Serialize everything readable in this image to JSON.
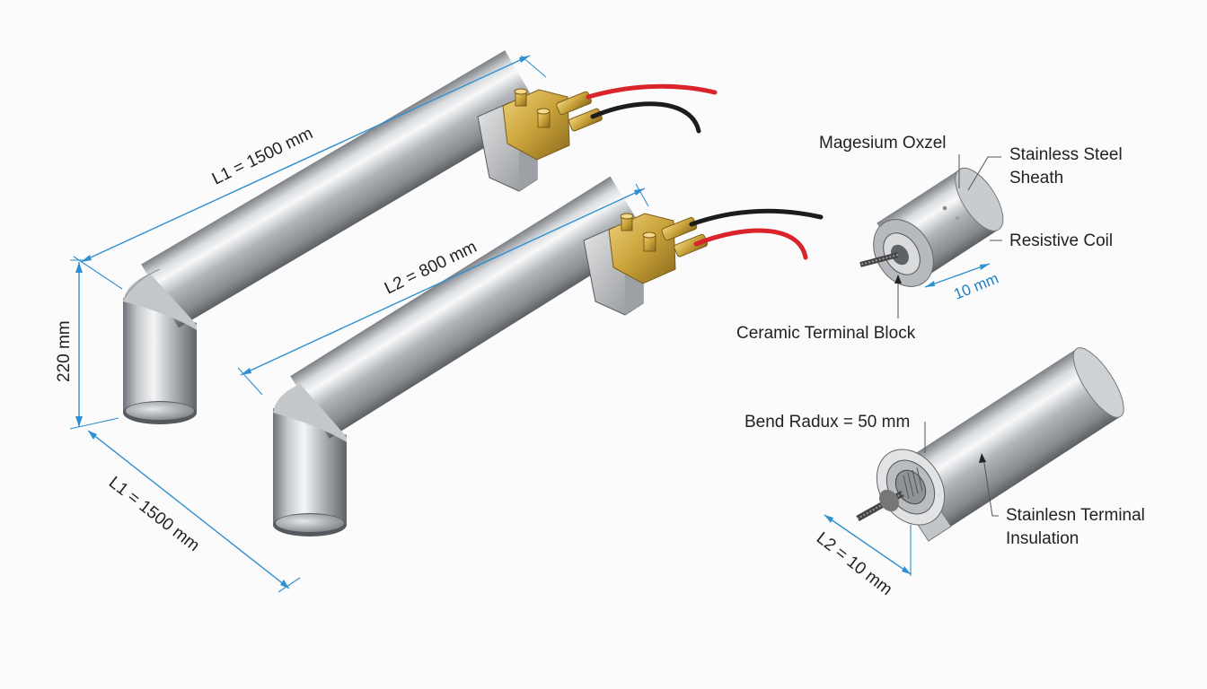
{
  "dimensions": {
    "top_heater_length": "L1 = 1500 mm",
    "bottom_heater_length": "L2 = 800 mm",
    "height": "220 mm",
    "depth": "L1 = 1500 mm",
    "cross_section_diameter": "10 mm",
    "terminal_length": "L2 = 10 mm"
  },
  "labels": {
    "insulation": "Magesium Oxzel",
    "sheath_line1": "Stainless Steel",
    "sheath_line2": "Sheath",
    "coil": "Resistive Coil",
    "terminal_block": "Ceramic Terminal Block",
    "bend_radius": "Bend Radux = 50 mm",
    "terminal_insulation_line1": "Stainlesn Terminal",
    "terminal_insulation_line2": "Insulation"
  },
  "colors": {
    "dimension_line": "#2f8fd0",
    "wire_red": "#d8242a",
    "wire_black": "#1c1c1c",
    "brass": "#c9a23a",
    "steel": "#a8acb0"
  }
}
